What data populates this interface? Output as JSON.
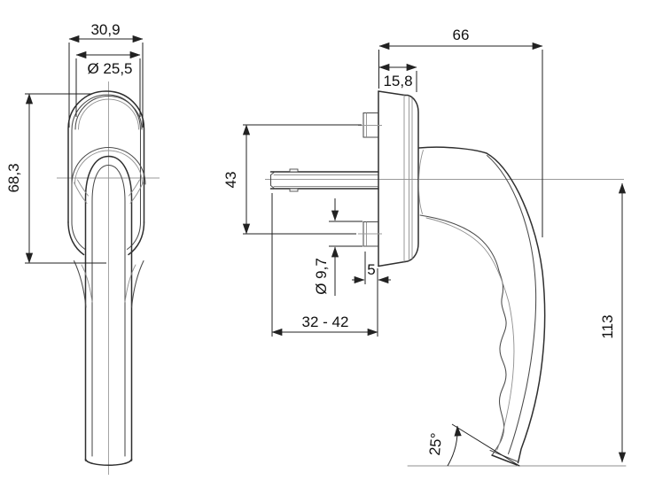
{
  "drawing": {
    "type": "technical-dimension-drawing",
    "subject": "window-handle",
    "colors": {
      "background": "#ffffff",
      "outline": "#2f2f2f",
      "secondary_line": "#4a4a4a",
      "thin_line": "#8f8f8f",
      "dimension": "#222222",
      "text": "#111111"
    },
    "front": {
      "width": "30,9",
      "diameter": "Ø 25,5",
      "height": "68,3"
    },
    "side": {
      "depth": "66",
      "rosette_thickness": "15,8",
      "screw_spacing": "43",
      "screw_boss_diameter": "Ø 9,7",
      "boss_protrusion": "5",
      "spindle_length": "32 - 42",
      "overall_height": "113",
      "grip_angle": "25°"
    }
  }
}
